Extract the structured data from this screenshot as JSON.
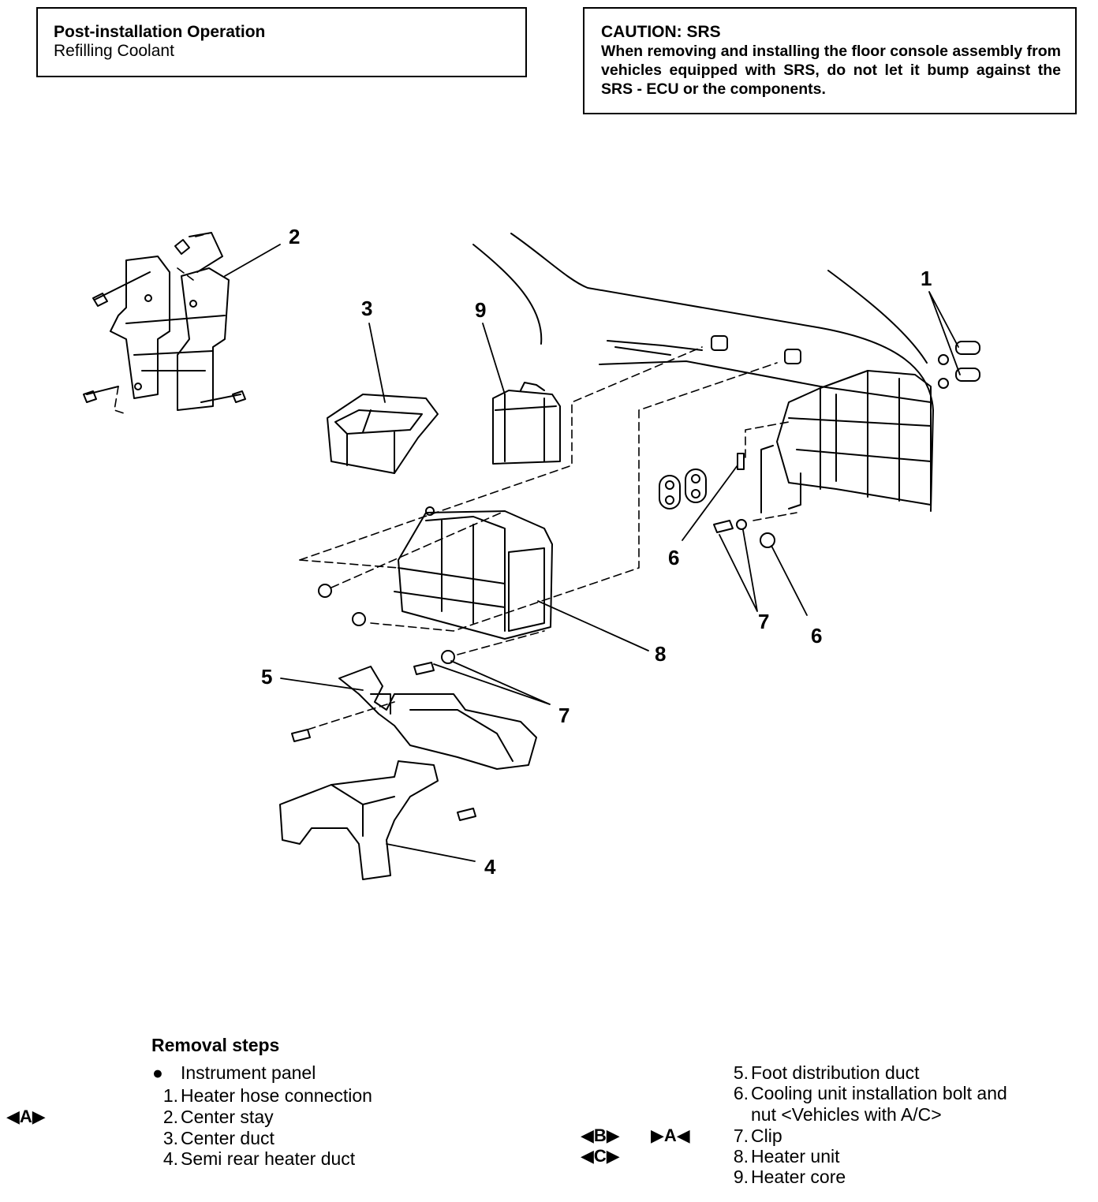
{
  "post_installation": {
    "title": "Post-installation  Operation",
    "item": "Refilling Coolant"
  },
  "caution": {
    "title": "CAUTION: SRS",
    "text": "When removing and installing the floor console assembly from vehicles equipped with SRS, do not let it bump against the SRS - ECU or the components."
  },
  "callouts": {
    "c1": "1",
    "c2": "2",
    "c3": "3",
    "c4": "4",
    "c5": "5",
    "c6a": "6",
    "c6b": "6",
    "c7a": "7",
    "c7b": "7",
    "c8": "8",
    "c9": "9"
  },
  "removal": {
    "title": "Removal steps",
    "bullet": "●",
    "left_steps": [
      {
        "num": "",
        "label": "Instrument  panel"
      },
      {
        "num": "1.",
        "label": "Heater hose connection"
      },
      {
        "num": "2.",
        "label": "Center stay"
      },
      {
        "num": "3.",
        "label": "Center duct"
      },
      {
        "num": "4.",
        "label": "Semi rear heater duct"
      }
    ],
    "right_steps": [
      {
        "num": "5.",
        "label": "Foot distribution duct"
      },
      {
        "num": "6.",
        "label": "Cooling unit installation bolt and"
      },
      {
        "num": "",
        "label": "nut <Vehicles with A/C>"
      },
      {
        "num": "7.",
        "label": "Clip"
      },
      {
        "num": "8.",
        "label": "Heater unit"
      },
      {
        "num": "9.",
        "label": "Heater core"
      }
    ],
    "marks": {
      "a_left": "◀A▶",
      "b": "◀B▶",
      "a_right": "▶A◀",
      "c": "◀C▶"
    }
  }
}
